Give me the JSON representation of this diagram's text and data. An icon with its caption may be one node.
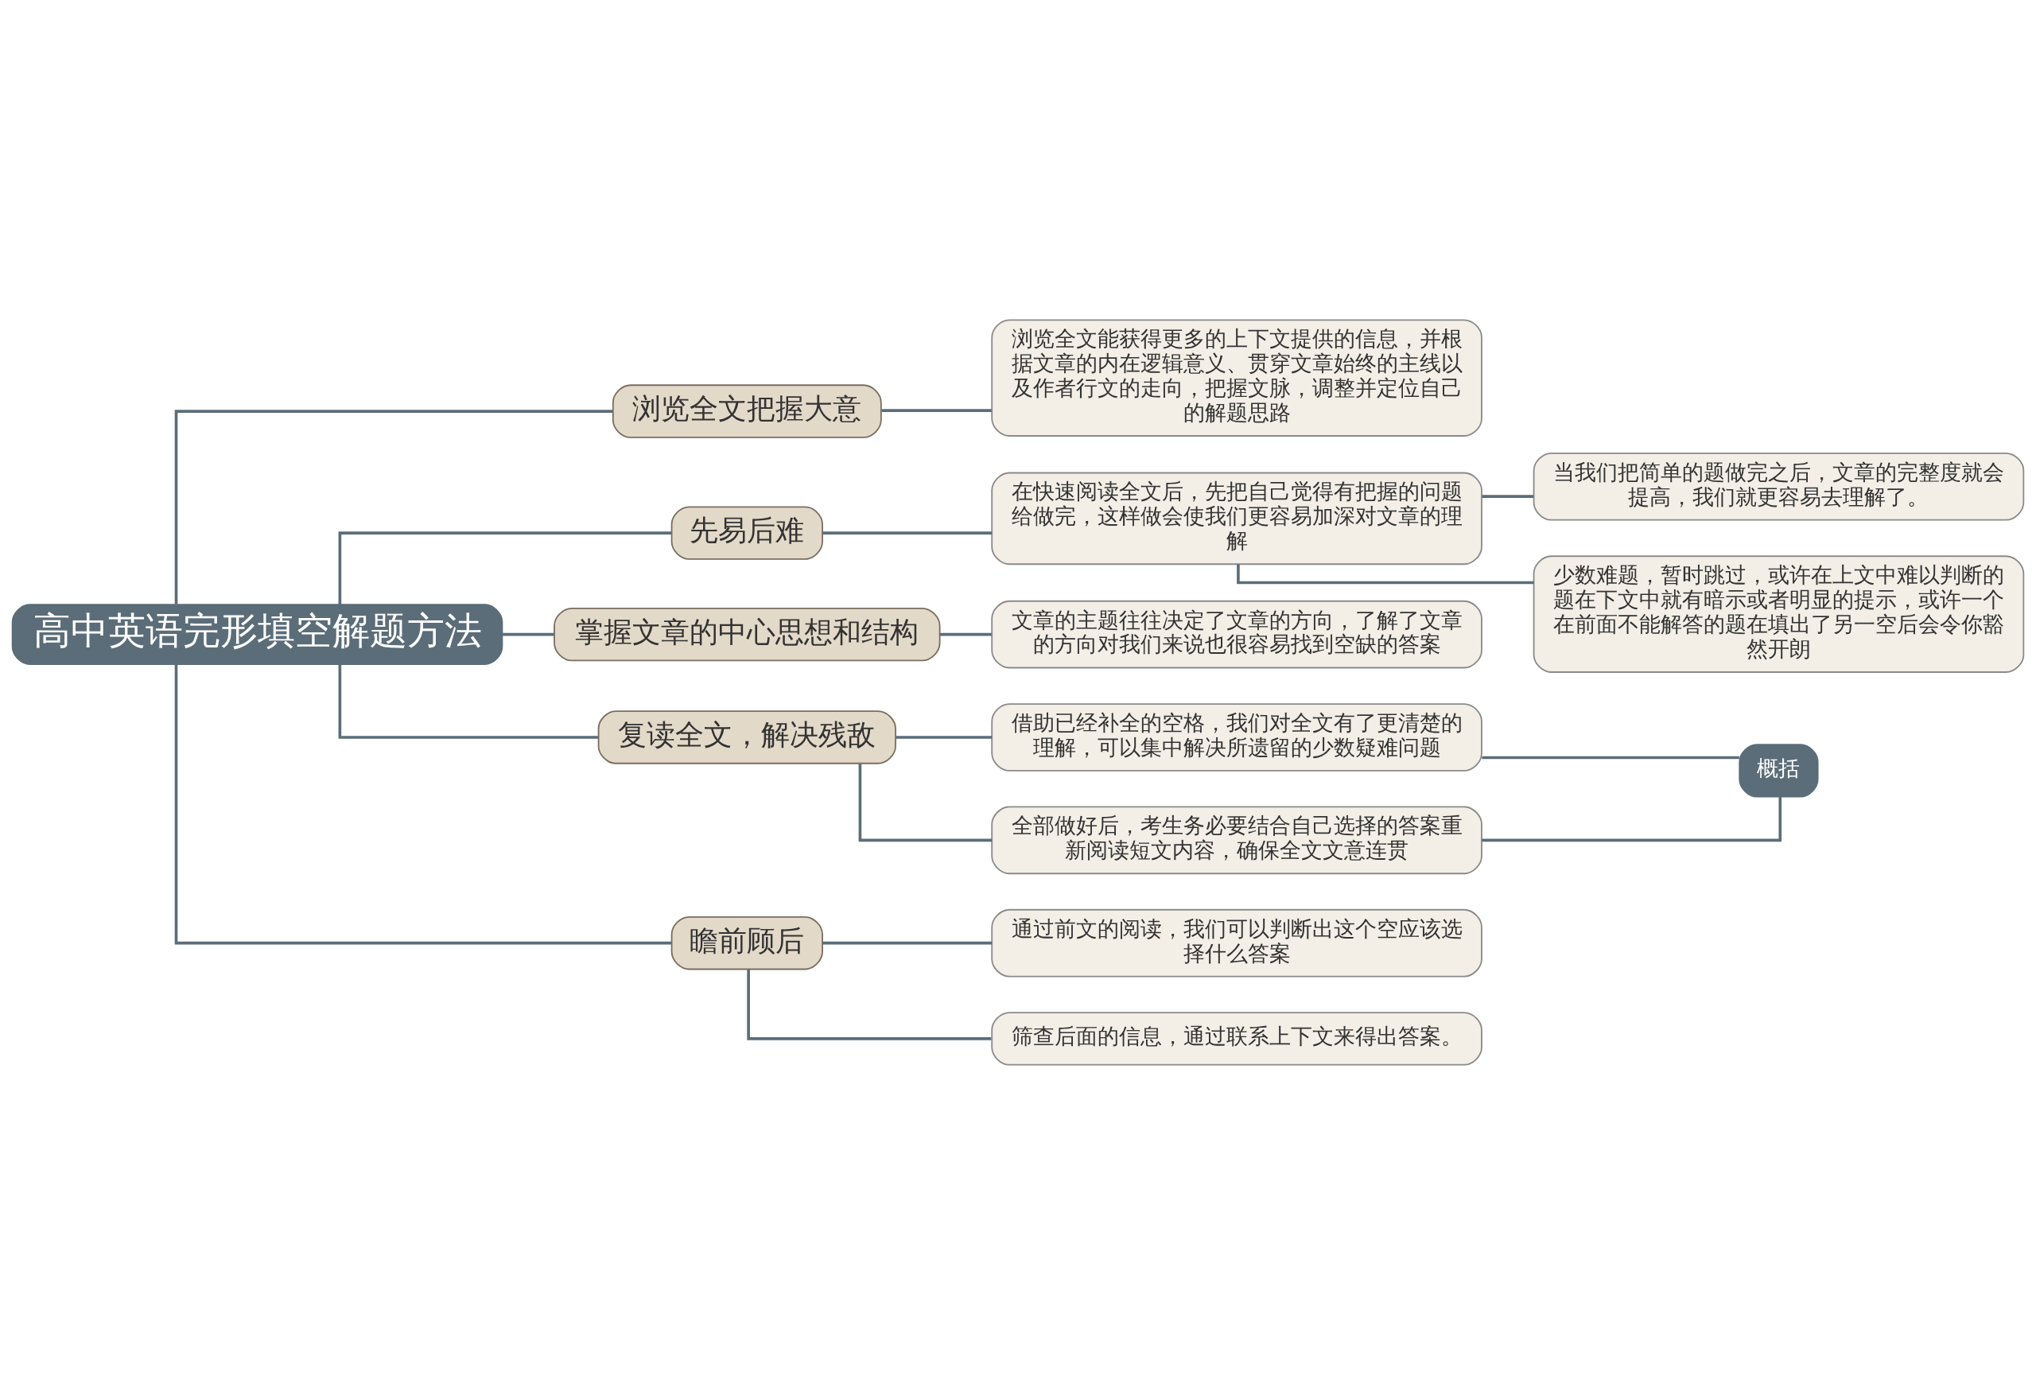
{
  "diagram": {
    "nodes": [
      {
        "text": [
          "高中英语完形填空解题方法"
        ]
      },
      {
        "text": [
          "浏览全文把握大意"
        ]
      },
      {
        "text": [
          "浏览全文能获得更多的上下文提供的信息，并根据文章的内在逻辑意义、贯穿文章始终的主线以及作者行文的走向，把握文脉，调整并定位自己的解题思路"
        ]
      },
      {
        "text": [
          "先易后难"
        ]
      },
      {
        "text": [
          "在快速阅读全文后，先把自己觉得有把握的问题给做完，这样做会使我们更容易加深对文章的理解"
        ]
      },
      {
        "text": [
          "当我们把简单的题做完之后，文章的完整度就会提高，我们就更容易去理解了。"
        ]
      },
      {
        "text": [
          "少数难题，暂时跳过，或许在上文中难以判断的题在下文中就有暗示或者明显的提示，或许一个在前面不能解答的题在填出了另一空后会令你豁然开朗"
        ]
      },
      {
        "text": [
          "掌握文章的中心思想和结构"
        ]
      },
      {
        "text": [
          "文章的主题往往决定了文章的方向，了解了文章的方向对我们来说也很容易找到空缺的答案"
        ]
      },
      {
        "text": [
          "复读全文，解决残敌"
        ]
      },
      {
        "text": [
          "借助已经补全的空格，我们对全文有了更清楚的理解，可以集中解决所遗留的少数疑难问题"
        ]
      },
      {
        "text": [
          "全部做好后，考生务必要结合自己选择的答案重新阅读短文内容，确保全文文意连贯"
        ]
      },
      {
        "text": [
          "概括"
        ]
      },
      {
        "text": [
          "瞻前顾后"
        ]
      },
      {
        "text": [
          "通过前文的阅读，我们可以判断出这个空应该选择什么答案"
        ]
      },
      {
        "text": [
          "筛查后面的信息，通过联系上下文来得出答案。"
        ]
      }
    ],
    "edges": [
      {
        "from": 0,
        "to": 1,
        "arrow": "none"
      },
      {
        "from": 1,
        "to": 2,
        "arrow": "none"
      },
      {
        "from": 0,
        "to": 3,
        "arrow": "none"
      },
      {
        "from": 3,
        "to": 4,
        "arrow": "none"
      },
      {
        "from": 4,
        "to": 5,
        "arrow": "none"
      },
      {
        "from": 4,
        "to": 6,
        "arrow": "none"
      },
      {
        "from": 0,
        "to": 7,
        "arrow": "none"
      },
      {
        "from": 7,
        "to": 8,
        "arrow": "none"
      },
      {
        "from": 0,
        "to": 9,
        "arrow": "none"
      },
      {
        "from": 9,
        "to": 10,
        "arrow": "none"
      },
      {
        "from": 9,
        "to": 11,
        "arrow": "none"
      },
      {
        "from": 10,
        "to": 12,
        "arrow": "none"
      },
      {
        "from": 11,
        "to": 12,
        "arrow": "none"
      },
      {
        "from": 0,
        "to": 13,
        "arrow": "none"
      },
      {
        "from": 13,
        "to": 14,
        "arrow": "none"
      },
      {
        "from": 13,
        "to": 15,
        "arrow": "none"
      }
    ]
  }
}
